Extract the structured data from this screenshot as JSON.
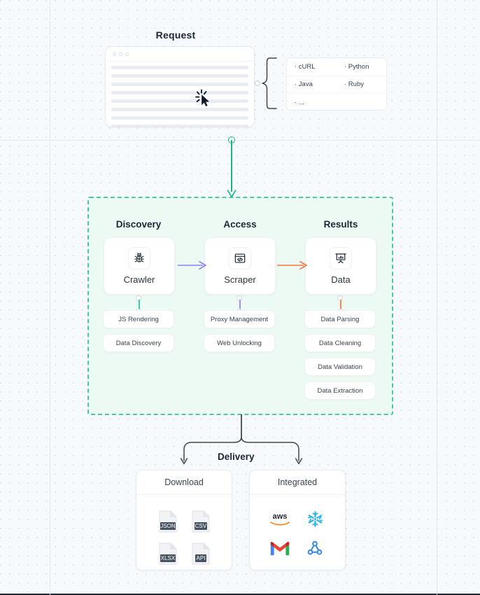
{
  "canvas": {
    "background_color": "#f7fafc",
    "dot_color": "#d9dfe6",
    "guide_color": "#e2e7ec"
  },
  "request": {
    "title": "Request",
    "browser_mock": {
      "name": "browser-window-mock",
      "traffic_lights": 3,
      "skeleton_lines": 9,
      "cursor_icon": "click-cursor-icon"
    },
    "brace_icon": "curly-brace-icon",
    "languages_box": {
      "rows": [
        [
          "· cURL",
          "· Python"
        ],
        [
          "· Java",
          "· Ruby"
        ],
        [
          "· ...",
          ""
        ]
      ]
    }
  },
  "flow": {
    "request_to_pipeline_color": "#16b981"
  },
  "pipeline": {
    "border_color": "#4cc9a0",
    "fill_color": "#edfaf3",
    "columns": [
      {
        "title": "Discovery",
        "card": {
          "label": "Crawler",
          "icon": "bug-icon"
        },
        "accent": "#3bc9a6",
        "items": [
          "JS Rendering",
          "Data Discovery"
        ]
      },
      {
        "title": "Access",
        "card": {
          "label": "Scraper",
          "icon": "code-window-icon"
        },
        "accent": "#a78bfa",
        "items": [
          "Proxy Management",
          "Web Unlocking"
        ]
      },
      {
        "title": "Results",
        "card": {
          "label": "Data",
          "icon": "presentation-chart-icon"
        },
        "accent": "#f5854f",
        "items": [
          "Data Parsing",
          "Data Cleaning",
          "Data Validation",
          "Data Extraction"
        ]
      }
    ],
    "arrows": [
      {
        "name": "crawler-to-scraper-arrow",
        "color": "#8b7ff0"
      },
      {
        "name": "scraper-to-data-arrow",
        "color": "#f5713c"
      }
    ]
  },
  "delivery": {
    "title": "Delivery",
    "connector_color": "#3d444d",
    "cards": [
      {
        "title": "Download",
        "items": [
          {
            "label": "JSON",
            "icon": "file-json-icon"
          },
          {
            "label": "CSV",
            "icon": "file-csv-icon"
          },
          {
            "label": "XLSX",
            "icon": "file-xlsx-icon"
          },
          {
            "label": "API",
            "icon": "file-api-icon"
          }
        ]
      },
      {
        "title": "Integrated",
        "items": [
          {
            "label": "aws",
            "icon": "aws-logo-icon"
          },
          {
            "label": "Snowflake",
            "icon": "snowflake-logo-icon"
          },
          {
            "label": "Gmail",
            "icon": "gmail-logo-icon"
          },
          {
            "label": "Webhook",
            "icon": "webhook-logo-icon"
          }
        ]
      }
    ]
  }
}
